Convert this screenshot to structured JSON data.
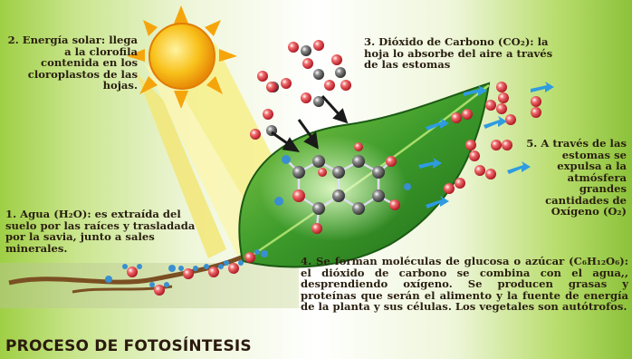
{
  "title": "PROCESO DE FOTOSÍNTESIS",
  "steps": {
    "energia": "2. Energía solar: llega a la clorofila contenida en los cloroplastos de las hojas.",
    "agua": "1. Agua (H₂O): es extraída del suelo por las raíces y trasladada por la savia, junto a sales minerales.",
    "co2": "3. Dióxido de Carbono (CO₂): la hoja lo absorbe del aire a través de las estomas",
    "glucosa": "4. Se forman moléculas de glucosa o azúcar (C₆H₁₂O₆): el dióxido de carbono se combina con el agua,, desprendiendo oxígeno. Se producen grasas y proteínas que serán el alimento y la fuente de energía de la planta y sus células. Los vegetales son autótrofos.",
    "oxigeno": "5. A través de las estomas se expulsa a la atmósfera grandes cantidades de Oxígeno (O₂)"
  },
  "colors": {
    "sun": "#f5b70f",
    "leaf": "#3c9a2a",
    "oxygen_atom": "#c8202e",
    "carbon_atom": "#4a4a4a",
    "arrow_blue": "#2f9be0"
  },
  "icons": [
    "sun-icon",
    "leaf-icon",
    "co2-molecule-icon",
    "o2-molecule-icon",
    "glucose-molecule-icon",
    "water-molecule-icon"
  ]
}
